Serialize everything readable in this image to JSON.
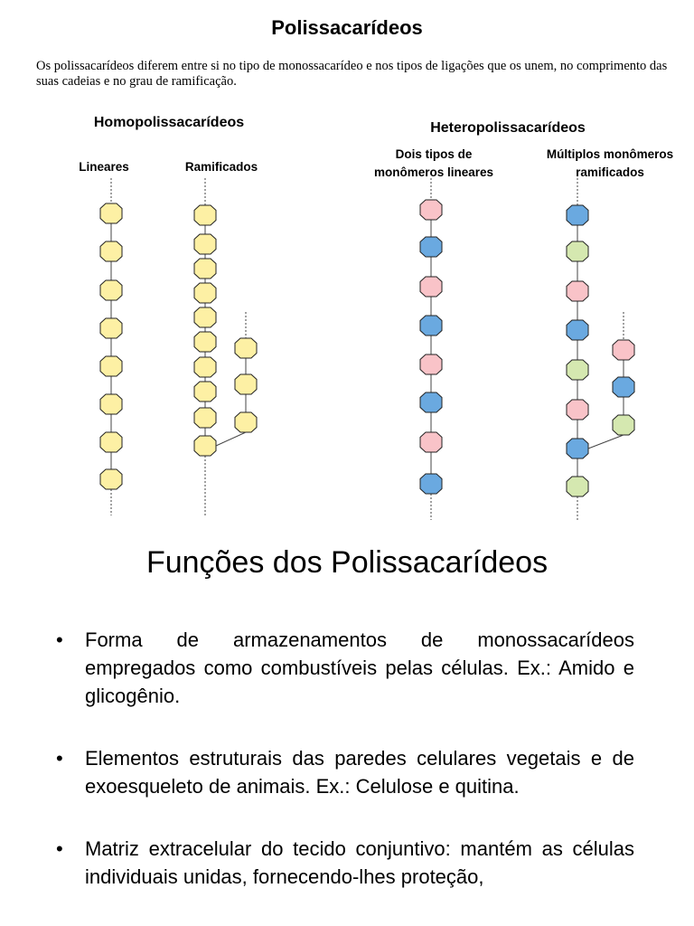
{
  "page": {
    "title": "Polissacarídeos",
    "intro": "Os polissacarídeos diferem entre si no tipo de monossacarídeo e nos tipos de ligações que os unem, no comprimento das suas cadeias e no grau de ramificação."
  },
  "diagram": {
    "homo_title": "Homopolissacarídeos",
    "hetero_title": "Heteropolissacarídeos",
    "homo_linear": "Lineares",
    "homo_branched": "Ramificados",
    "hetero_linear_l1": "Dois tipos de",
    "hetero_linear_l2": "monômeros lineares",
    "hetero_branched_l1": "Múltiplos monômeros",
    "hetero_branched_l2": "ramificados",
    "colors": {
      "yellow": "#fdf0a4",
      "pink": "#f9c3c8",
      "blue": "#6aa9e0",
      "green": "#d5e8b0",
      "outline": "#222222"
    }
  },
  "section": {
    "title": "Funções dos Polissacarídeos",
    "bullets": [
      "Forma de armazenamentos de monossacarídeos empregados como combustíveis pelas células. Ex.: Amido e glicogênio.",
      "Elementos estruturais das paredes celulares vegetais e de exoesqueleto de animais. Ex.: Celulose e quitina.",
      "Matriz extracelular do tecido conjuntivo: mantém as células individuais unidas, fornecendo-lhes proteção,"
    ]
  }
}
